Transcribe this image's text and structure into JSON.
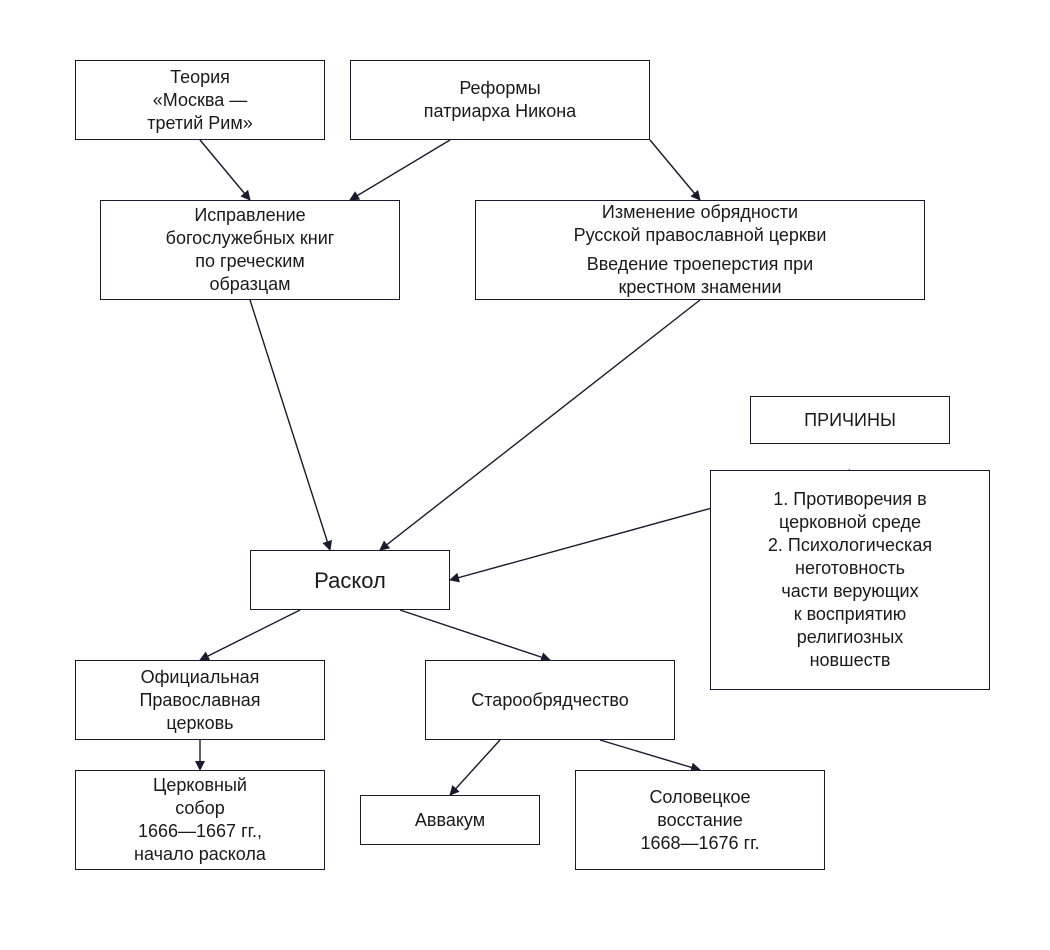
{
  "nodes": {
    "theory": [
      "Теория",
      "«Москва —",
      "третий Рим»"
    ],
    "reforms": [
      "Реформы",
      "патриарха Никона"
    ],
    "books": [
      "Исправление",
      "богослужебных книг",
      "по греческим",
      "образцам"
    ],
    "rites": [
      "Изменение обрядности",
      "Русской православной церкви",
      "",
      "Введение троеперстия при",
      "крестном знамении"
    ],
    "causes_title": [
      "ПРИЧИНЫ"
    ],
    "causes": [
      "1. Противоречия в",
      "церковной среде",
      "2. Психологическая",
      "неготовность",
      "части верующих",
      "к восприятию",
      "религиозных",
      "новшеств"
    ],
    "schism": [
      "Раскол"
    ],
    "official": [
      "Официальная",
      "Православная",
      "церковь"
    ],
    "oldbelief": [
      "Старообрядчество"
    ],
    "council": [
      "Церковный",
      "собор",
      "1666—1667 гг.,",
      "начало раскола"
    ],
    "avvakum": [
      "Аввакум"
    ],
    "solovki": [
      "Соловецкое",
      "восстание",
      "1668—1676 гг."
    ]
  },
  "edges": [
    {
      "from": "theory",
      "to": "books"
    },
    {
      "from": "reforms",
      "to": "books"
    },
    {
      "from": "reforms",
      "to": "rites"
    },
    {
      "from": "books",
      "to": "schism"
    },
    {
      "from": "rites",
      "to": "schism"
    },
    {
      "from": "causes",
      "to": "schism"
    },
    {
      "from": "schism",
      "to": "official"
    },
    {
      "from": "schism",
      "to": "oldbelief"
    },
    {
      "from": "official",
      "to": "council"
    },
    {
      "from": "oldbelief",
      "to": "avvakum"
    },
    {
      "from": "oldbelief",
      "to": "solovki"
    }
  ],
  "colors": {
    "line": "#1a1a2e",
    "text": "#1a1a1a",
    "background": "#ffffff"
  }
}
